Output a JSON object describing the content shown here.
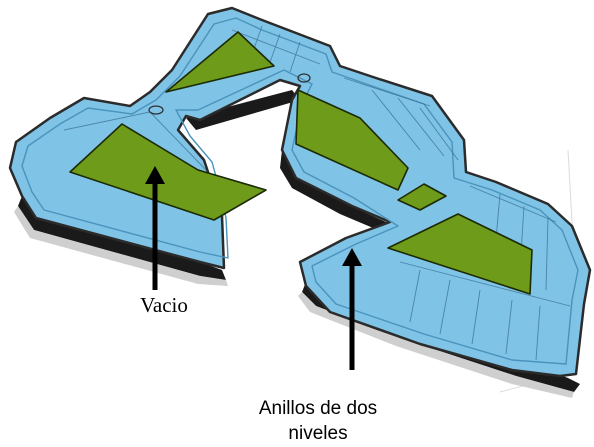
{
  "labels": {
    "void": "Vacio",
    "rings_line1": "Anillos de dos",
    "rings_line2": "niveles"
  },
  "colors": {
    "ring_fill": "#7fc3e6",
    "ring_stroke": "#2b2b2b",
    "inner_ring": "#5aaed8",
    "slab_shadow": "#1a1a1a",
    "void_fill": "#6e9b1a",
    "void_stroke": "#1c2a05",
    "detail_lines": "#3a6f93",
    "arrow": "#000000"
  }
}
